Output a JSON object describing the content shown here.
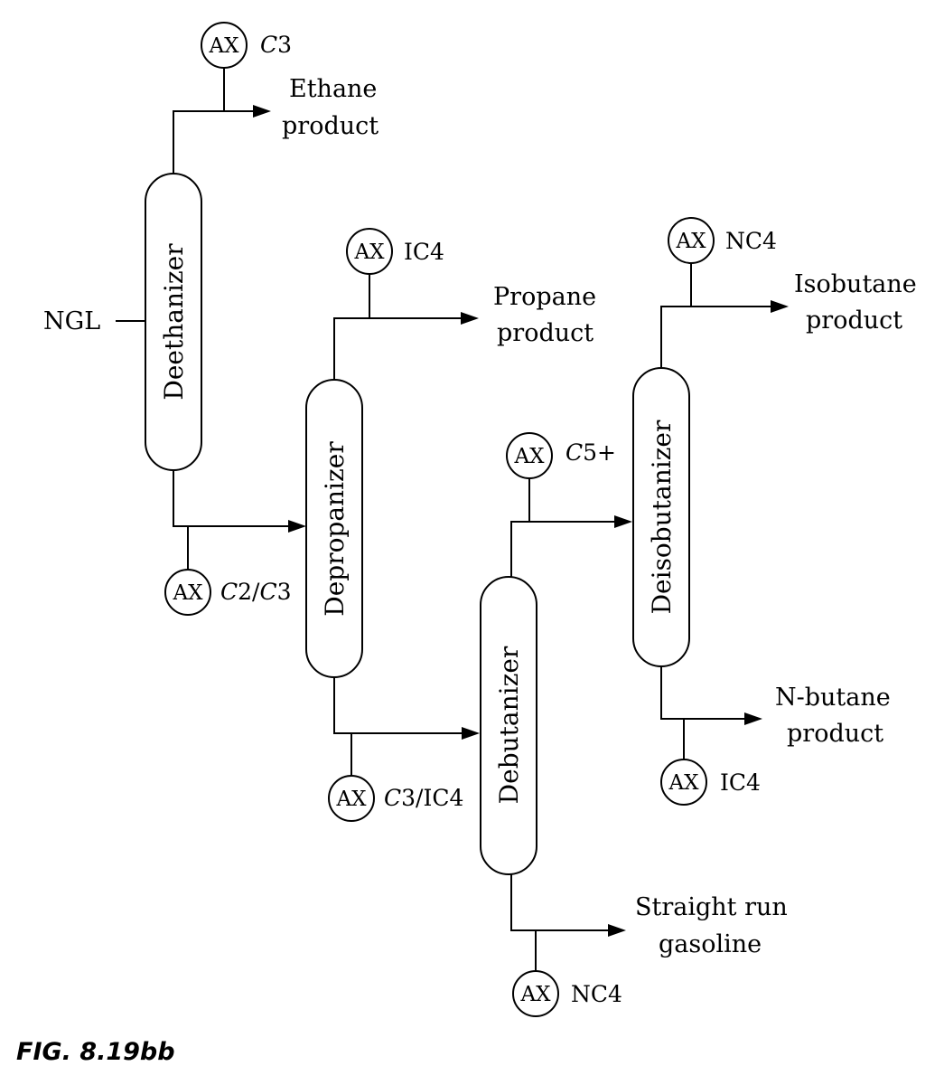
{
  "columns": {
    "deethanizer": "Deethanizer",
    "depropanizer": "Depropanizer",
    "debutanizer": "Debutanizer",
    "deisobutanizer": "Deisobutanizer"
  },
  "feed": {
    "label": "NGL"
  },
  "products": {
    "ethane": {
      "line1": "Ethane",
      "line2": "product"
    },
    "propane": {
      "line1": "Propane",
      "line2": "product"
    },
    "isobutane": {
      "line1": "Isobutane",
      "line2": "product"
    },
    "nbutane": {
      "line1": "N-butane",
      "line2": "product"
    },
    "gasoline": {
      "line1": "Straight run",
      "line2": "gasoline"
    }
  },
  "analyzers": {
    "symbol": "AX",
    "deeth_top": {
      "tag_italic": "C",
      "tag_rest": "3"
    },
    "deeth_bottom": {
      "tag_italic1": "C",
      "tag_mid": "2/",
      "tag_italic2": "C",
      "tag_rest": "3"
    },
    "deprop_top": {
      "tag": "IC4"
    },
    "deprop_bottom": {
      "tag_italic": "C",
      "tag_rest": "3/IC4"
    },
    "debut_top": {
      "tag_italic": "C",
      "tag_rest": "5+"
    },
    "debut_bottom": {
      "tag": "NC4"
    },
    "deisob_top": {
      "tag": "NC4"
    },
    "deisob_bottom": {
      "tag": "IC4"
    }
  },
  "caption": "FIG. 8.19bb"
}
